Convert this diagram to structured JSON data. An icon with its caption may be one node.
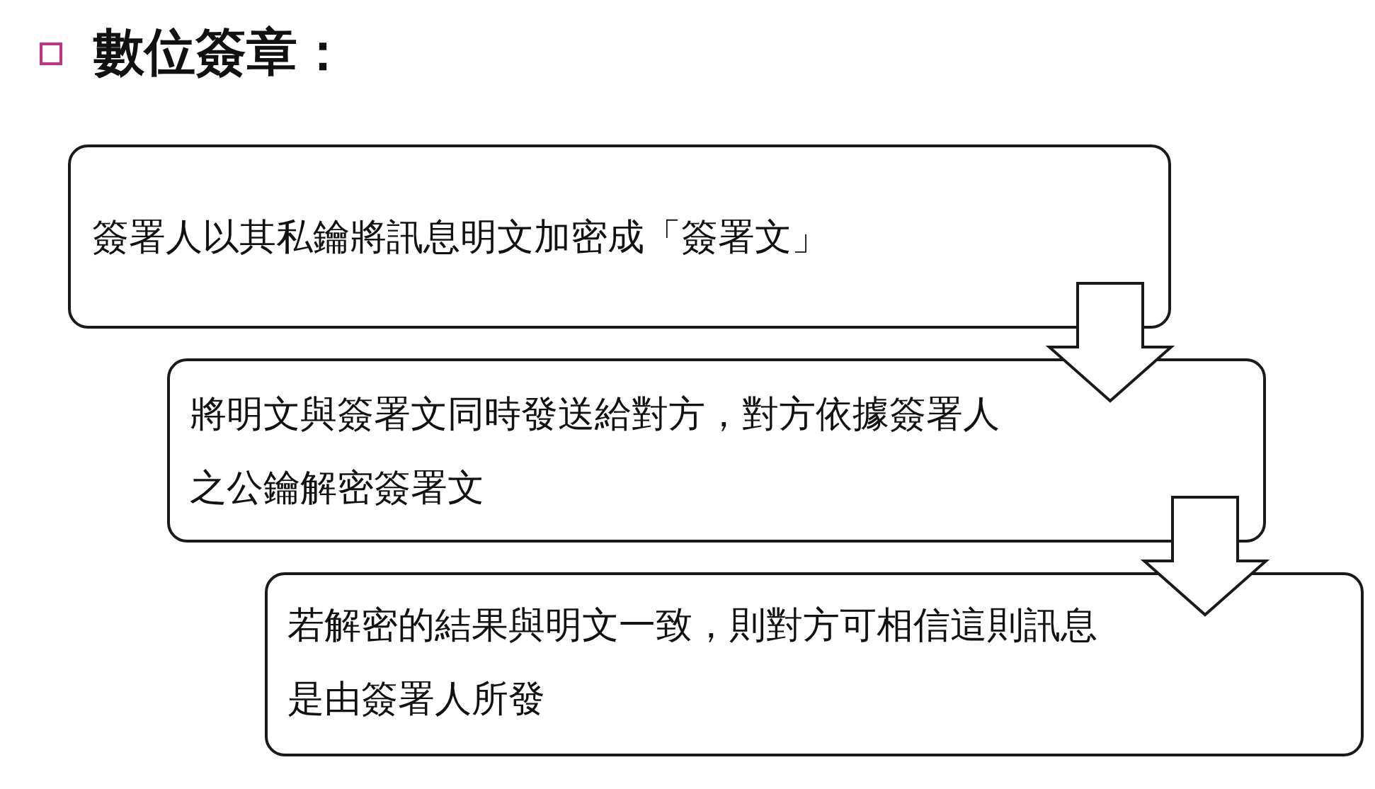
{
  "diagram": {
    "title": "數位簽章：",
    "nodes": [
      {
        "text": [
          "簽署人以其私鑰將訊息明文加密成「簽署文」"
        ]
      },
      {
        "text": [
          "將明文與簽署文同時發送給對方，對方依據簽署人之公鑰解密簽署文"
        ]
      },
      {
        "text": [
          "若解密的結果與明文一致，則對方可相信這則訊息是由簽署人所發"
        ]
      }
    ],
    "edges": [
      {
        "from": 0,
        "to": 1,
        "arrow": "to"
      },
      {
        "from": 1,
        "to": 2,
        "arrow": "to"
      }
    ]
  }
}
